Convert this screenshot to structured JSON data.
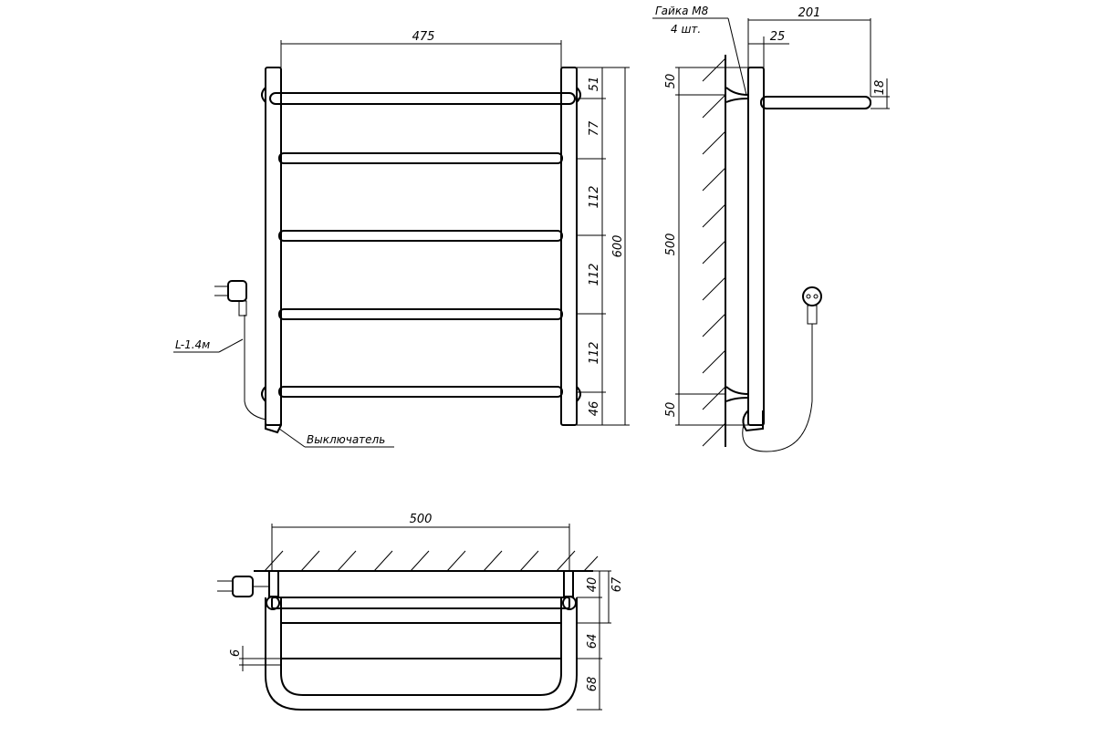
{
  "front_view": {
    "width_label": "475",
    "height_label": "600",
    "spacing_labels": [
      "51",
      "77",
      "112",
      "112",
      "112",
      "46"
    ],
    "cord_label": "L-1.4м",
    "switch_label": "Выключатель"
  },
  "side_view": {
    "nut_label": "Гайка М8",
    "nut_qty_label": "4 шт.",
    "depth_label": "201",
    "offset_label": "25",
    "bar_diameter_label": "18",
    "top_mount_label": "50",
    "mount_spacing_label": "500",
    "bottom_mount_label": "50"
  },
  "top_view": {
    "width_label": "500",
    "depth_labels": [
      "40",
      "67"
    ],
    "spacing_labels": [
      "64",
      "68"
    ],
    "gap_label": "6"
  }
}
